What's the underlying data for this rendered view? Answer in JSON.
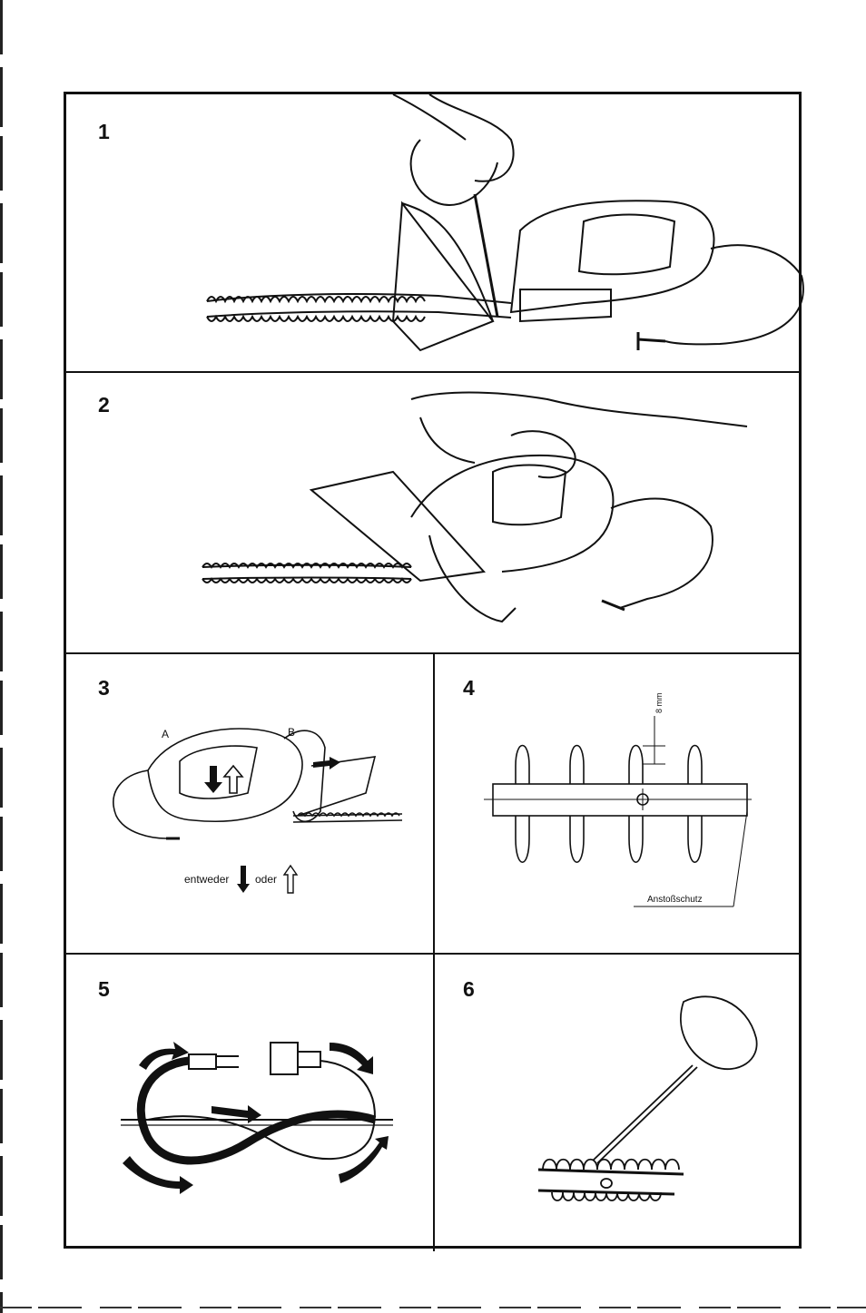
{
  "panels": [
    {
      "number": "1"
    },
    {
      "number": "2"
    },
    {
      "number": "3",
      "label_a": "A",
      "label_b": "B",
      "caption_either": "entweder",
      "caption_or": "oder"
    },
    {
      "number": "4",
      "dimension_label": "8 mm",
      "part_label": "Anstoßschutz"
    },
    {
      "number": "5"
    },
    {
      "number": "6"
    }
  ]
}
